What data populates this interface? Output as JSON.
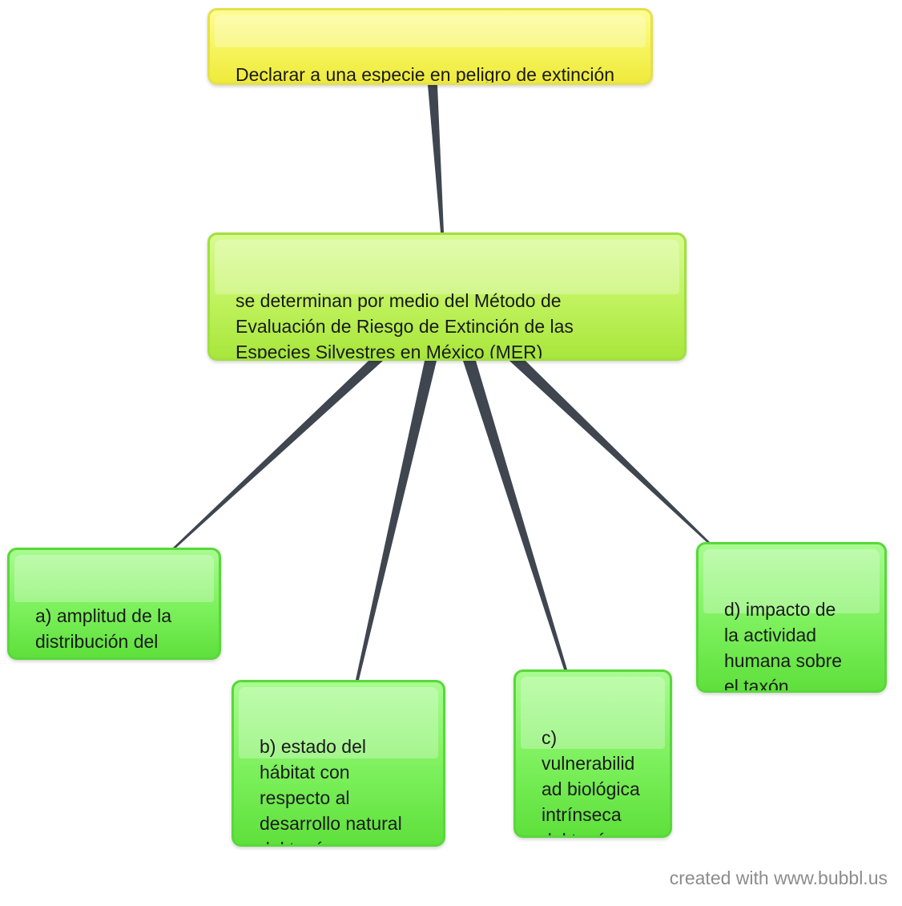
{
  "root": {
    "text": "Declarar a una especie en peligro de extinción"
  },
  "method": {
    "text": "se determinan por medio del Método de\nEvaluación de Riesgo de Extinción de las\nEspecies Silvestres en México (MER)"
  },
  "criteria": [
    {
      "text": "a) amplitud de la\ndistribución del\ntaxón en México"
    },
    {
      "text": "b) estado del\nhábitat con\nrespecto al\ndesarrollo natural\ndel taxón"
    },
    {
      "text": " c)\nvulnerabilid\nad biológica\nintrínseca\ndel taxón"
    },
    {
      "text": " d) impacto de\nla actividad\nhumana sobre\nel taxón"
    }
  ],
  "watermark": "created with www.bubbl.us",
  "colors": {
    "root_fill": "#f6f45c",
    "method_fill": "#bff25c",
    "criteria_fill": "#7cf05c",
    "connector": "#3f4650"
  }
}
